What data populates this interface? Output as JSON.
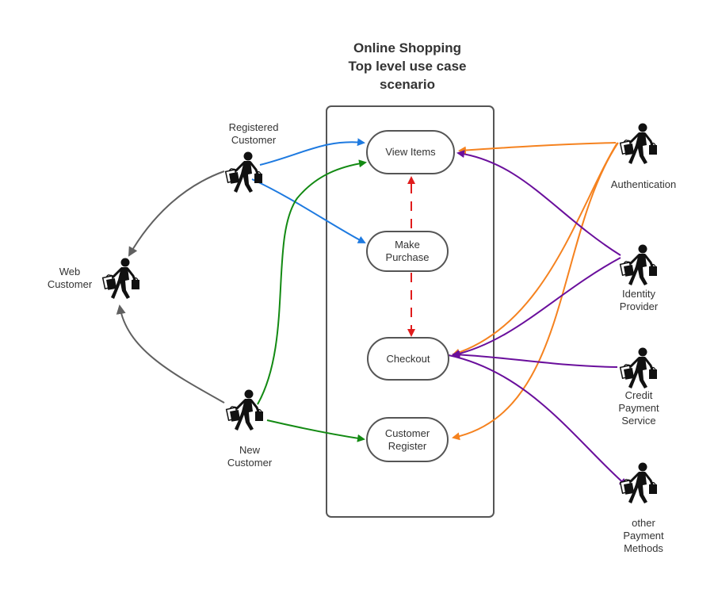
{
  "title": {
    "line1": "Online Shopping",
    "line2": "Top level use case",
    "line3": "scenario"
  },
  "use_cases": {
    "view_items": "View Items",
    "make_purchase_line1": "Make",
    "make_purchase_line2": "Purchase",
    "checkout": "Checkout",
    "customer_register_line1": "Customer",
    "customer_register_line2": "Register"
  },
  "actors": {
    "registered_line1": "Registered",
    "registered_line2": "Customer",
    "web_line1": "Web",
    "web_line2": "Customer",
    "new_line1": "New",
    "new_line2": "Customer",
    "authentication": "Authentication",
    "identity_line1": "Identity",
    "identity_line2": "Provider",
    "credit_line1": "Credit",
    "credit_line2": "Payment",
    "credit_line3": "Service",
    "other_line1": "other",
    "other_line2": "Payment",
    "other_line3": "Methods"
  },
  "actor_icon": "shopper-icon",
  "colors": {
    "blue": "#1e7ae0",
    "green": "#138a13",
    "gray": "#606060",
    "red": "#e01c1c",
    "orange": "#f5821f",
    "purple": "#6a0f9c",
    "border": "#555555"
  }
}
